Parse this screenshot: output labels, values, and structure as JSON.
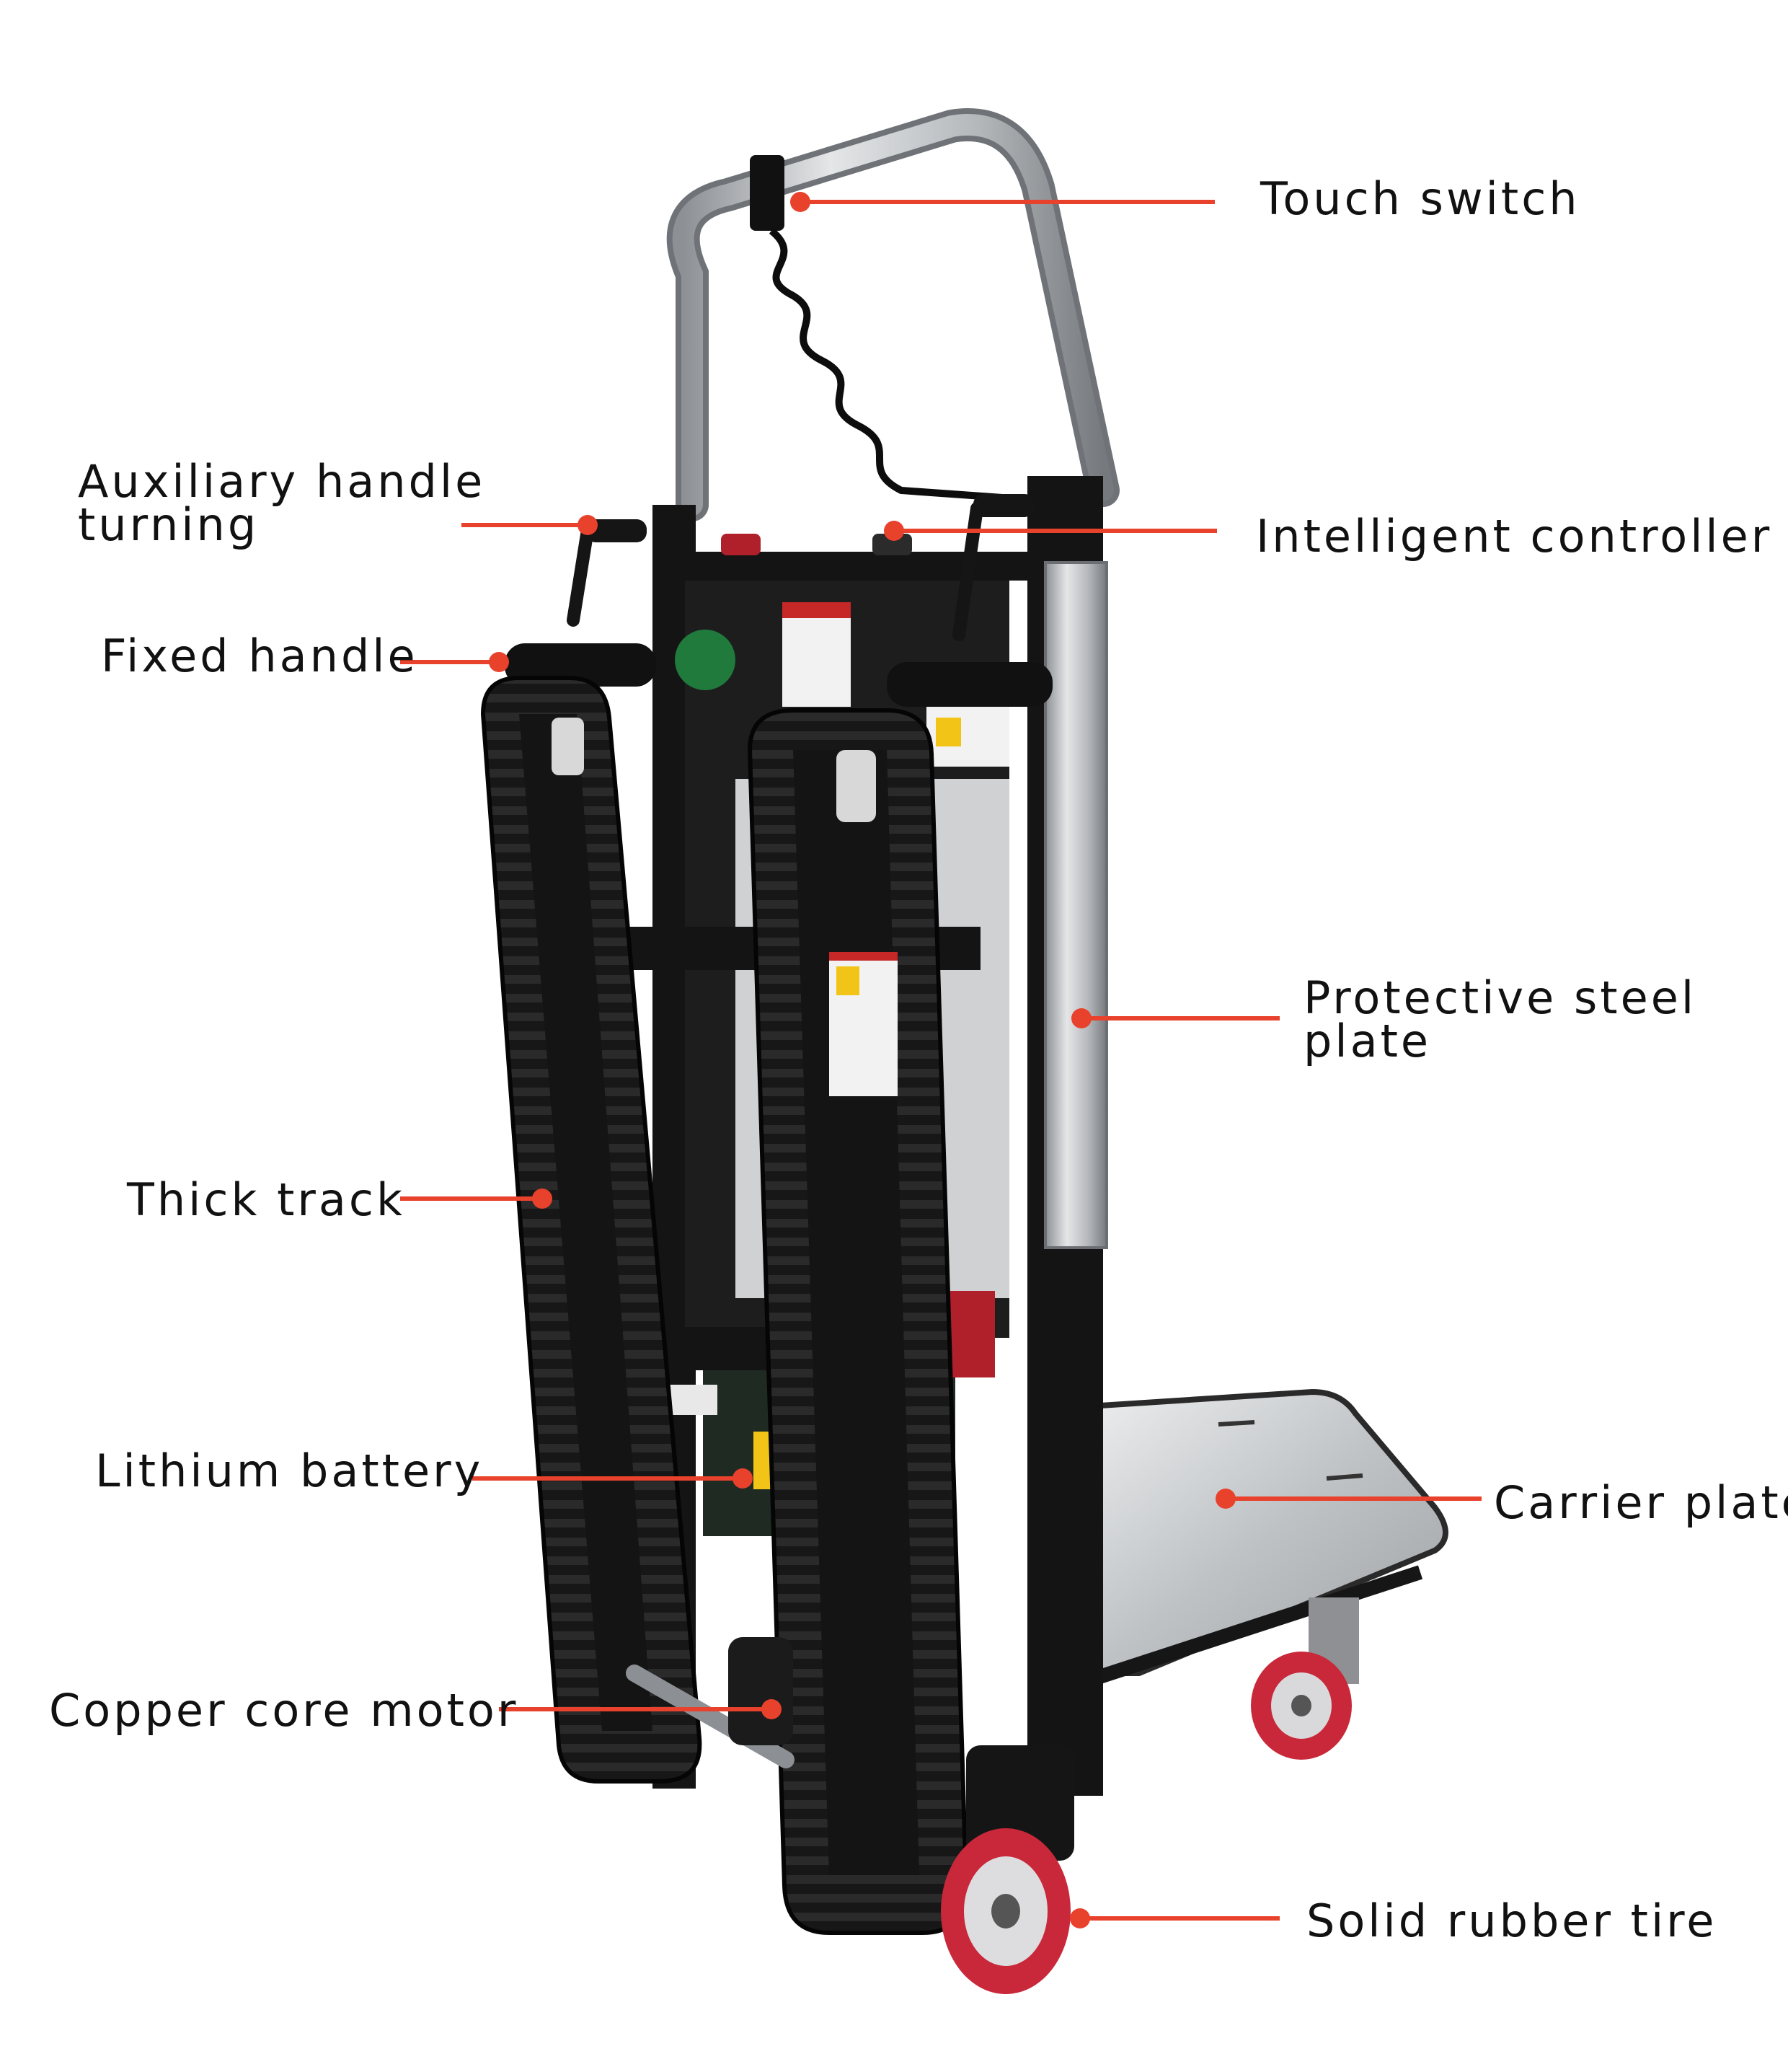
{
  "colors": {
    "leader": "#e8412c",
    "text": "#111111",
    "frame": "#151515",
    "steel": "#c7c9cb",
    "wheel": "#c8283a"
  },
  "callouts": [
    {
      "id": "touch-switch",
      "lines": [
        "Touch switch"
      ]
    },
    {
      "id": "auxiliary-handle",
      "lines": [
        "Auxiliary handle",
        "turning"
      ]
    },
    {
      "id": "intelligent-controller",
      "lines": [
        "Intelligent controller"
      ]
    },
    {
      "id": "fixed-handle",
      "lines": [
        "Fixed handle"
      ]
    },
    {
      "id": "protective-plate",
      "lines": [
        "Protective steel",
        "plate"
      ]
    },
    {
      "id": "thick-track",
      "lines": [
        "Thick track"
      ]
    },
    {
      "id": "lithium-battery",
      "lines": [
        "Lithium battery"
      ]
    },
    {
      "id": "carrier-plate",
      "lines": [
        "Carrier plate"
      ]
    },
    {
      "id": "copper-motor",
      "lines": [
        "Copper core motor"
      ]
    },
    {
      "id": "rubber-tire",
      "lines": [
        "Solid rubber tire"
      ]
    }
  ]
}
